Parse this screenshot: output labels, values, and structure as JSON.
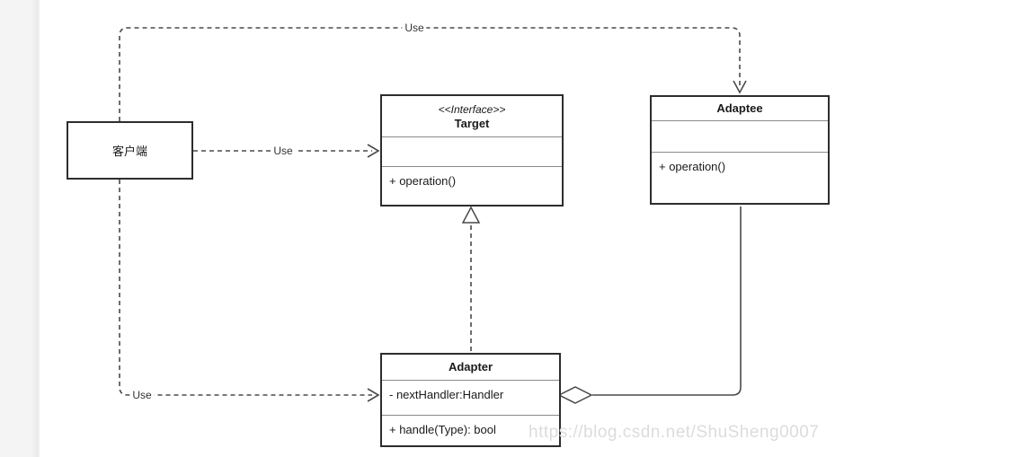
{
  "diagram_type": "uml-class-diagram-adapter-pattern",
  "classes": {
    "client": {
      "name": "客户端"
    },
    "target": {
      "stereotype": "<<Interface>>",
      "name": "Target",
      "attributes": [],
      "methods": [
        "+ operation()"
      ]
    },
    "adaptee": {
      "name": "Adaptee",
      "attributes": [],
      "methods": [
        "+ operation()"
      ]
    },
    "adapter": {
      "name": "Adapter",
      "attributes": [
        "- nextHandler:Handler"
      ],
      "methods": [
        "+ handle(Type): bool"
      ]
    }
  },
  "labels": {
    "use_top": "Use",
    "use_mid": "Use",
    "use_bottom": "Use"
  },
  "relationships": [
    {
      "from": "客户端",
      "to": "Adaptee",
      "type": "dependency",
      "style": "dashed-open-arrow",
      "label": "Use"
    },
    {
      "from": "客户端",
      "to": "Target",
      "type": "dependency",
      "style": "dashed-open-arrow",
      "label": "Use"
    },
    {
      "from": "客户端",
      "to": "Adapter",
      "type": "dependency",
      "style": "dashed-open-arrow",
      "label": "Use"
    },
    {
      "from": "Adapter",
      "to": "Target",
      "type": "realization",
      "style": "dashed-hollow-triangle"
    },
    {
      "from": "Adapter",
      "to": "Adaptee",
      "type": "aggregation",
      "style": "solid-hollow-diamond-at-adapter"
    }
  ],
  "watermark": {
    "text": "https://blog.csdn.net/ShuSheng0007"
  },
  "colors": {
    "line": "#4a4a4a",
    "border": "#2d2d2d",
    "divider": "#8a8a8a",
    "text": "#1a1a1a",
    "label": "#333333",
    "watermark": "#dcdcdc",
    "gutter": "#f4f4f4",
    "canvas": "#ffffff"
  }
}
